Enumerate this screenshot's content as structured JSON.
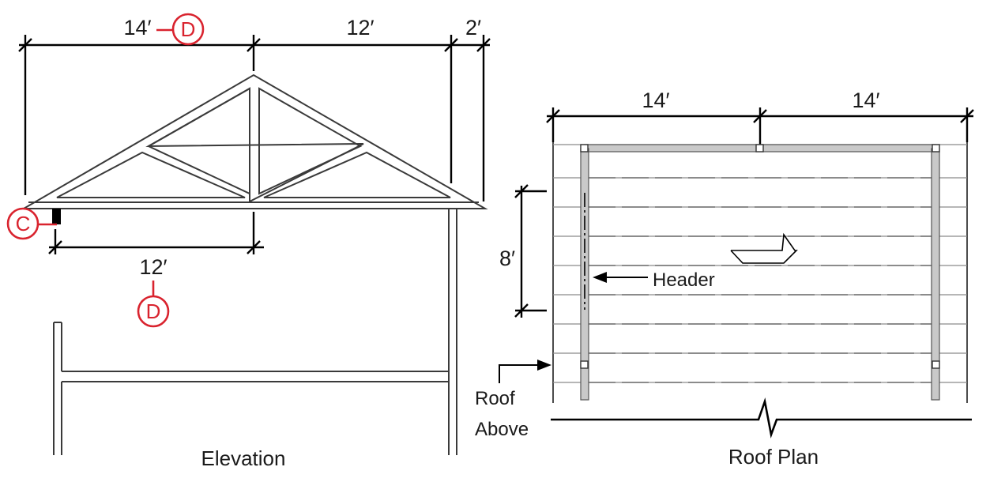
{
  "elevation": {
    "caption": "Elevation",
    "top_dims": {
      "left": "14′",
      "middle": "12′",
      "right": "2′"
    },
    "bottom_dim": "12′",
    "callouts": {
      "c": "C",
      "d_top": "D",
      "d_bottom": "D"
    }
  },
  "roof_plan": {
    "caption": "Roof Plan",
    "top_dims": {
      "left": "14′",
      "right": "14′"
    },
    "side_dim": "8′",
    "header_label": "Header",
    "roof_above_line1": "Roof",
    "roof_above_line2": "Above"
  },
  "colors": {
    "callout_red": "#d9232e",
    "beam_gray": "#c9c9c9",
    "line_black": "#000000"
  }
}
